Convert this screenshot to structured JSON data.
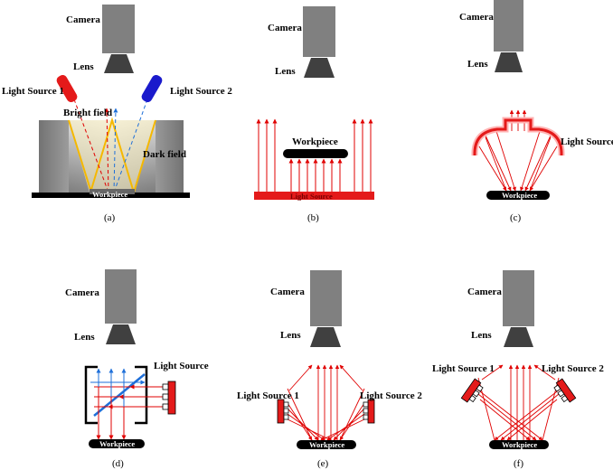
{
  "panels": {
    "a": {
      "caption": "(a)",
      "camera": "Camera",
      "lens": "Lens",
      "light_source_1": "Light Source 1",
      "light_source_2": "Light Source 2",
      "bright_field": "Bright field",
      "dark_field": "Dark field",
      "workpiece": "Workpiece"
    },
    "b": {
      "caption": "(b)",
      "camera": "Camera",
      "lens": "Lens",
      "workpiece": "Workpiece",
      "light_source": "Light Source"
    },
    "c": {
      "caption": "(c)",
      "camera": "Camera",
      "lens": "Lens",
      "light_source": "Light Source",
      "workpiece": "Workpiece"
    },
    "d": {
      "caption": "(d)",
      "camera": "Camera",
      "lens": "Lens",
      "light_source": "Light Source",
      "workpiece": "Workpiece"
    },
    "e": {
      "caption": "(e)",
      "camera": "Camera",
      "lens": "Lens",
      "light_source_1": "Light Source 1",
      "light_source_2": "Light Source 2",
      "workpiece": "Workpiece"
    },
    "f": {
      "caption": "(f)",
      "camera": "Camera",
      "lens": "Lens",
      "light_source_1": "Light Source 1",
      "light_source_2": "Light Source 2",
      "workpiece": "Workpiece"
    }
  },
  "colors": {
    "camera_body": "#808080",
    "lens": "#404040",
    "light_red": "#e41a1a",
    "light_blue": "#1a1acc",
    "ray_red": "#e00000",
    "ray_blue": "#1e6fd9",
    "cone_gold": "#f5b800",
    "workpiece": "#000000"
  }
}
